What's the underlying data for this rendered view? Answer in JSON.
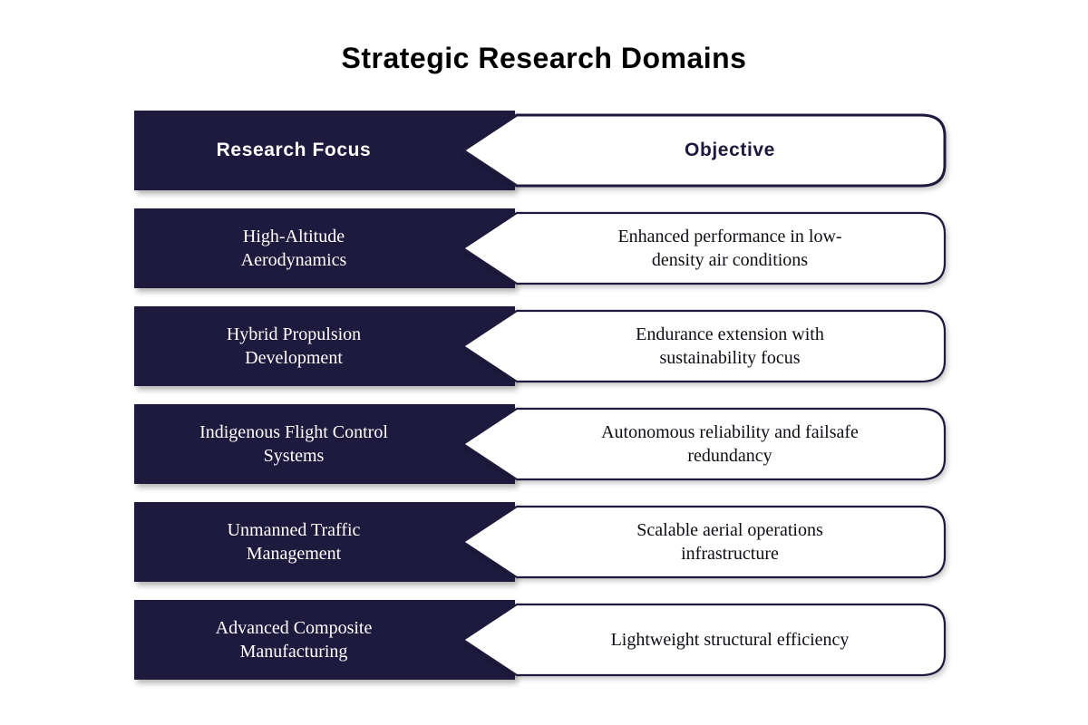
{
  "title": "Strategic Research Domains",
  "colors": {
    "navy": "#1e1a3e",
    "background": "#ffffff"
  },
  "table": {
    "header": {
      "focus": "Research Focus",
      "objective": "Objective"
    },
    "rows": [
      {
        "focus": "High-Altitude Aerodynamics",
        "objective": "Enhanced performance in low-density air conditions"
      },
      {
        "focus": "Hybrid Propulsion Development",
        "objective": "Endurance extension with sustainability focus"
      },
      {
        "focus": "Indigenous Flight Control Systems",
        "objective": "Autonomous reliability and failsafe redundancy"
      },
      {
        "focus": "Unmanned Traffic Management",
        "objective": "Scalable aerial operations infrastructure"
      },
      {
        "focus": "Advanced Composite Manufacturing",
        "objective": "Lightweight structural efficiency"
      }
    ]
  }
}
